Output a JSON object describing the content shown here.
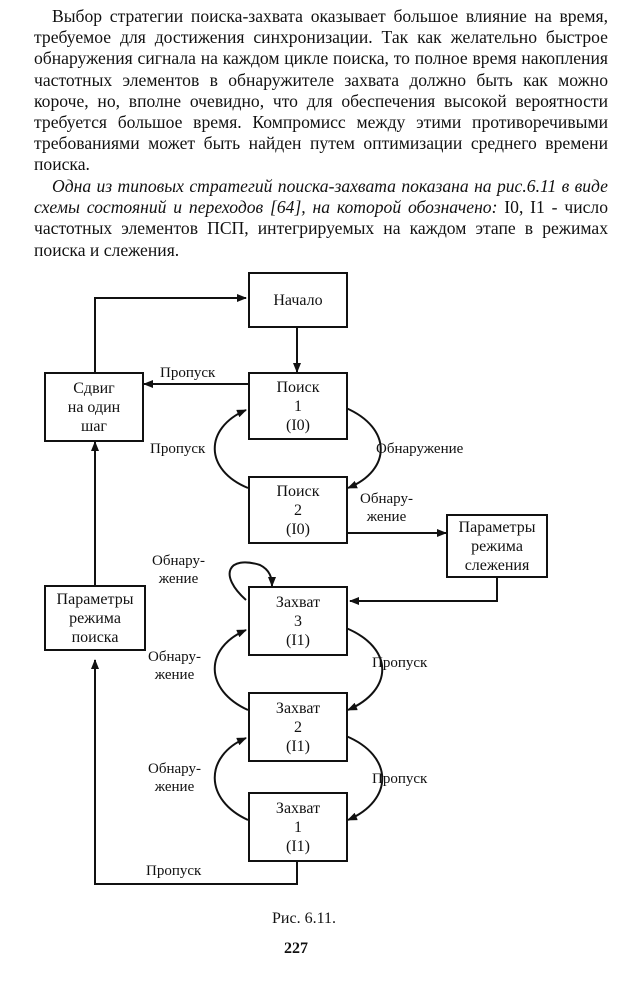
{
  "paragraphs": {
    "p1": "Выбор стратегии поиска-захвата оказывает большое влияние на время, требуемое для достижения синхронизации. Так как желательно быстрое обнаружения сигнала на каждом цикле поиска, то полное время накопления частотных элементов в обнаружителе захвата должно быть как можно короче, но, вполне очевидно, что для обеспечения высокой вероятности требуется большое время. Компромисс между этими противоречивыми требованиями может быть найден путем оптимизации среднего времени поиска.",
    "p2_italic": "Одна из типовых стратегий поиска-захвата показана на рис.6.11 в виде схемы состояний и переходов [64], на которой обозначено:",
    "p2_rest": " I0, I1 - число частотных элементов ПСП, интегрируемых на каждом этапе в режимах поиска и слежения."
  },
  "boxes": {
    "start": "Начало",
    "shift": [
      "Сдвиг",
      "на один",
      "шаг"
    ],
    "search1": [
      "Поиск",
      "1",
      "(I0)"
    ],
    "search2": [
      "Поиск",
      "2",
      "(I0)"
    ],
    "track_params": [
      "Параметры",
      "режима",
      "слежения"
    ],
    "search_params": [
      "Параметры",
      "режима",
      "поиска"
    ],
    "capture3": [
      "Захват",
      "3",
      "(I1)"
    ],
    "capture2": [
      "Захват",
      "2",
      "(I1)"
    ],
    "capture1": [
      "Захват",
      "1",
      "(I1)"
    ]
  },
  "labels": {
    "miss_top": "Пропуск",
    "miss_left": "Пропуск",
    "detect_right": "Обнаружение",
    "detect_s2": [
      "Обнару-",
      "жение"
    ],
    "detect_self": [
      "Обнару-",
      "жение"
    ],
    "detect_c2": [
      "Обнару-",
      "жение"
    ],
    "detect_c1": [
      "Обнару-",
      "жение"
    ],
    "miss_c3": "Пропуск",
    "miss_c2": "Пропуск",
    "miss_bottom": "Пропуск"
  },
  "caption": "Рис. 6.11.",
  "page_number": "227"
}
